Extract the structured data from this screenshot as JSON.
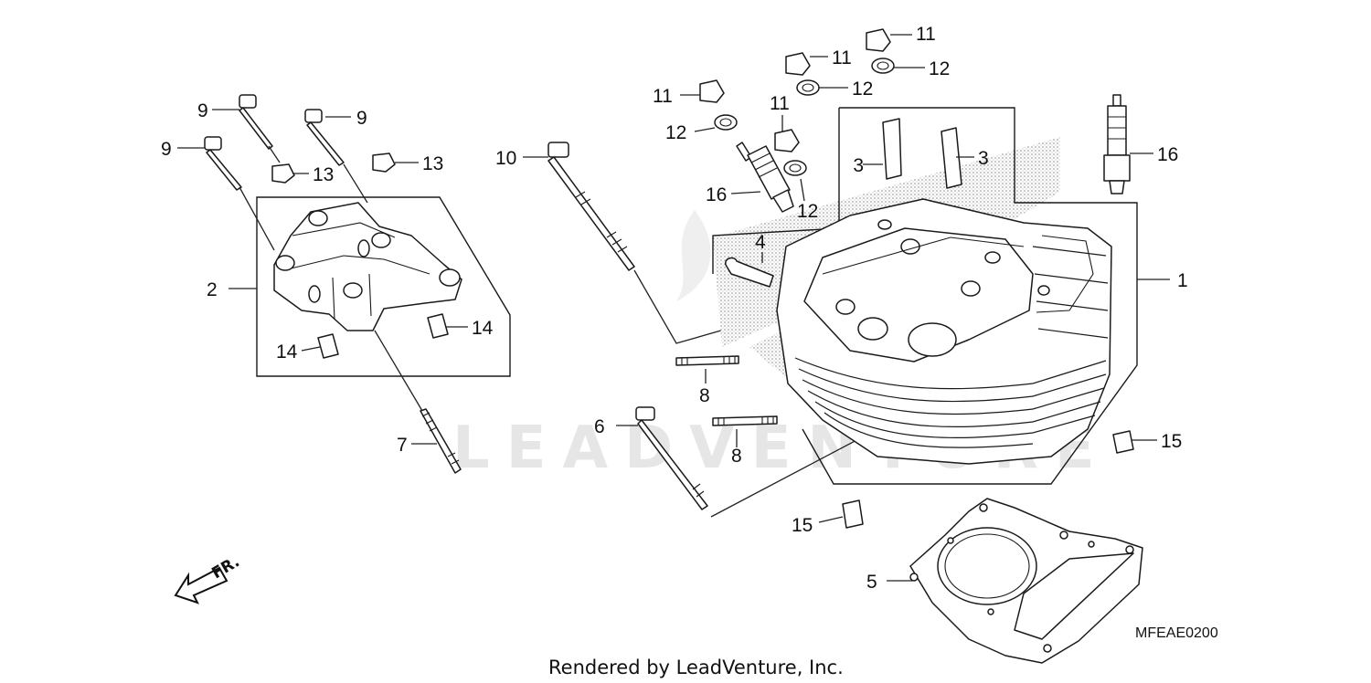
{
  "watermark": "LEADVENTURE",
  "diagram_code": "MFEAE0200",
  "credit": "Rendered by LeadVenture, Inc.",
  "front_indicator": "FR.",
  "callouts": [
    {
      "id": "c1",
      "label": "1"
    },
    {
      "id": "c2",
      "label": "2"
    },
    {
      "id": "c3a",
      "label": "3"
    },
    {
      "id": "c3b",
      "label": "3"
    },
    {
      "id": "c4",
      "label": "4"
    },
    {
      "id": "c5",
      "label": "5"
    },
    {
      "id": "c6",
      "label": "6"
    },
    {
      "id": "c7",
      "label": "7"
    },
    {
      "id": "c8a",
      "label": "8"
    },
    {
      "id": "c8b",
      "label": "8"
    },
    {
      "id": "c9a",
      "label": "9"
    },
    {
      "id": "c9b",
      "label": "9"
    },
    {
      "id": "c9c",
      "label": "9"
    },
    {
      "id": "c10",
      "label": "10"
    },
    {
      "id": "c11a",
      "label": "11"
    },
    {
      "id": "c11b",
      "label": "11"
    },
    {
      "id": "c11c",
      "label": "11"
    },
    {
      "id": "c11d",
      "label": "11"
    },
    {
      "id": "c12a",
      "label": "12"
    },
    {
      "id": "c12b",
      "label": "12"
    },
    {
      "id": "c12c",
      "label": "12"
    },
    {
      "id": "c12d",
      "label": "12"
    },
    {
      "id": "c13a",
      "label": "13"
    },
    {
      "id": "c13b",
      "label": "13"
    },
    {
      "id": "c14a",
      "label": "14"
    },
    {
      "id": "c14b",
      "label": "14"
    },
    {
      "id": "c15a",
      "label": "15"
    },
    {
      "id": "c15b",
      "label": "15"
    },
    {
      "id": "c16a",
      "label": "16"
    },
    {
      "id": "c16b",
      "label": "16"
    }
  ]
}
